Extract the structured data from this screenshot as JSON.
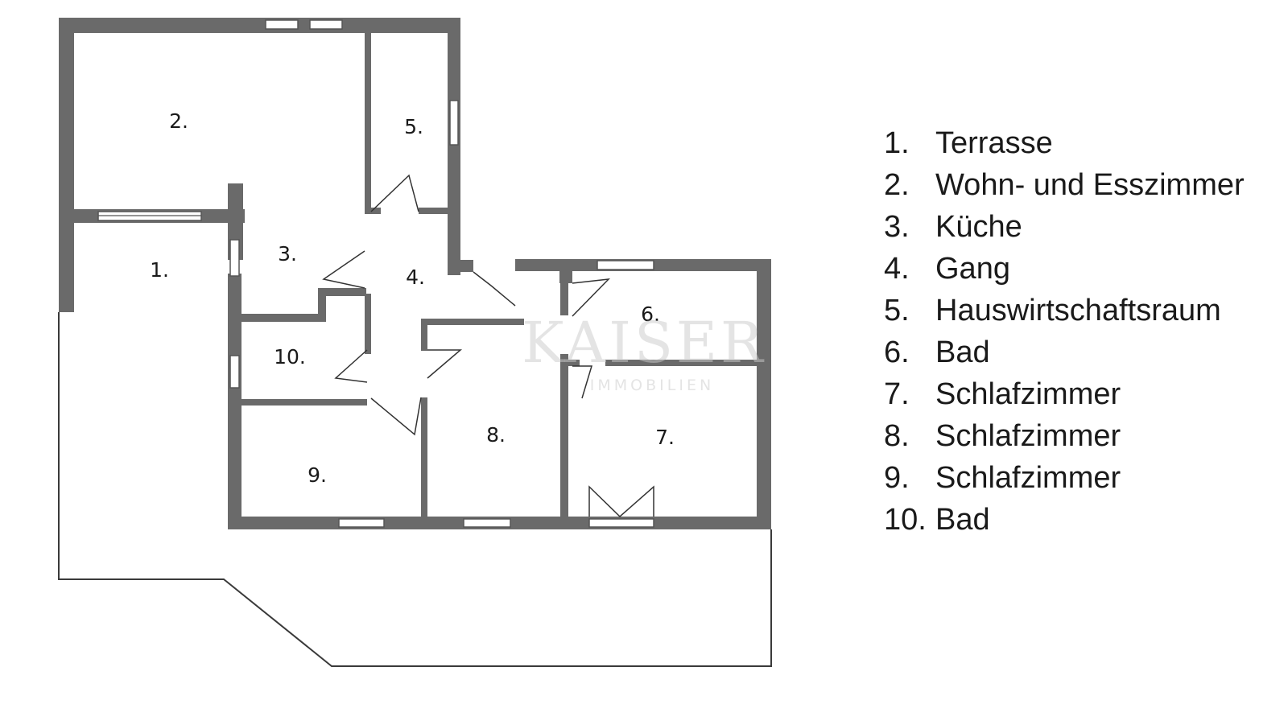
{
  "rooms": [
    {
      "number": "1.",
      "name": "Terrasse"
    },
    {
      "number": "2.",
      "name": "Wohn- und Esszimmer"
    },
    {
      "number": "3.",
      "name": "Küche"
    },
    {
      "number": "4.",
      "name": "Gang"
    },
    {
      "number": "5.",
      "name": "Hauswirtschaftsraum"
    },
    {
      "number": "6.",
      "name": "Bad"
    },
    {
      "number": "7.",
      "name": "Schlafzimmer"
    },
    {
      "number": "8.",
      "name": "Schlafzimmer"
    },
    {
      "number": "9.",
      "name": "Schlafzimmer"
    },
    {
      "number": "10.",
      "name": "Bad"
    }
  ],
  "watermark": {
    "brand": "KAISER",
    "subtitle": "IMMOBILIEN"
  },
  "colors": {
    "wall": "#6a6a6a",
    "outline": "#3a3a3a",
    "text": "#1a1a1a",
    "background": "#ffffff"
  }
}
